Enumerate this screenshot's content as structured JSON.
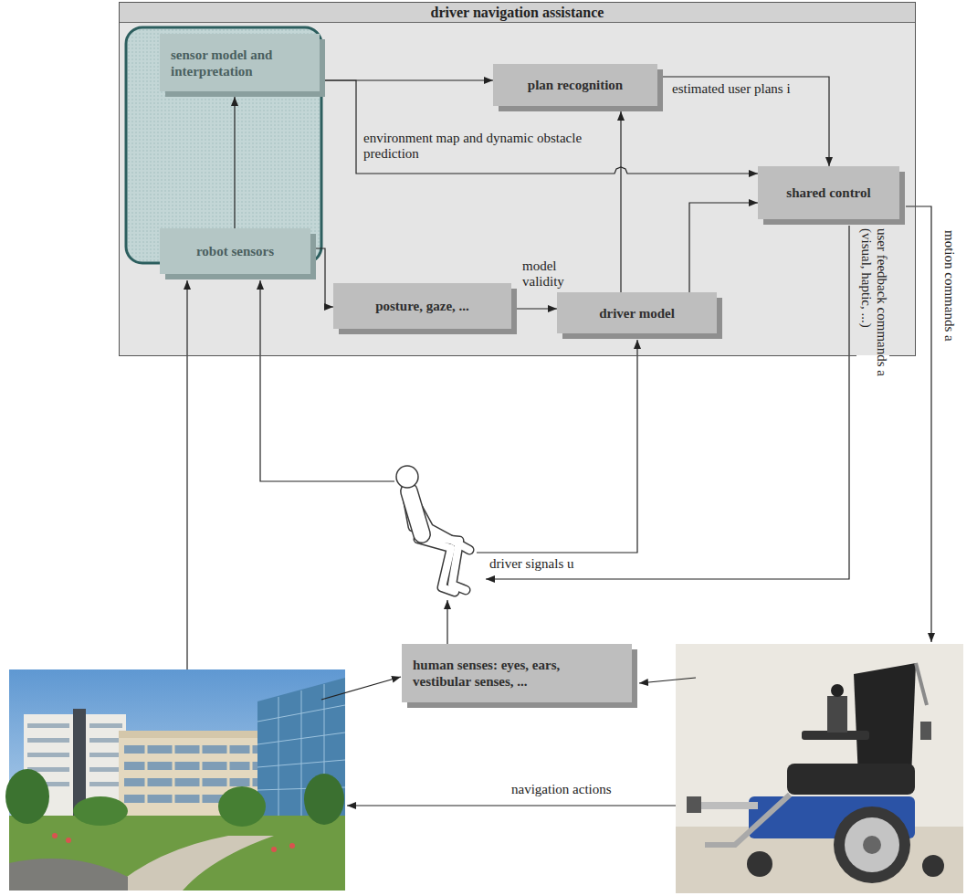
{
  "diagram": {
    "nodes": [
      {
        "text": [
          "driver navigation assistance"
        ]
      },
      {
        "text": [
          "sensor model and interpretation"
        ],
        "in": 0
      },
      {
        "text": [
          "plan recognition"
        ],
        "in": 0
      },
      {
        "text": [
          "shared control"
        ],
        "in": 0
      },
      {
        "text": [
          "robot sensors"
        ],
        "in": 0
      },
      {
        "text": [
          "posture, gaze, ..."
        ],
        "in": 0
      },
      {
        "text": [
          "driver model"
        ],
        "in": 0
      },
      {
        "text": [
          "human senses: eyes, ears, vestibular senses, ..."
        ]
      }
    ],
    "edges": [
      {
        "from": 1,
        "to": 2,
        "arrow": "to"
      },
      {
        "from": 1,
        "to": 3,
        "arrow": "to",
        "label": "environment map and dynamic obstacle prediction"
      },
      {
        "from": 2,
        "to": 3,
        "arrow": "to",
        "label": "estimated user plans i"
      },
      {
        "from": 4,
        "to": 1,
        "arrow": "to"
      },
      {
        "from": 4,
        "to": 5,
        "arrow": "to"
      },
      {
        "from": 5,
        "to": 6,
        "arrow": "to",
        "label": "model validity"
      },
      {
        "from": 6,
        "to": 2,
        "arrow": "to"
      },
      {
        "from": 6,
        "to": 3,
        "arrow": "to"
      }
    ],
    "labels": [
      "driver signals u",
      "user feedback commands a (visual, haptic, ...)",
      "motion commands a",
      "navigation actions"
    ]
  }
}
